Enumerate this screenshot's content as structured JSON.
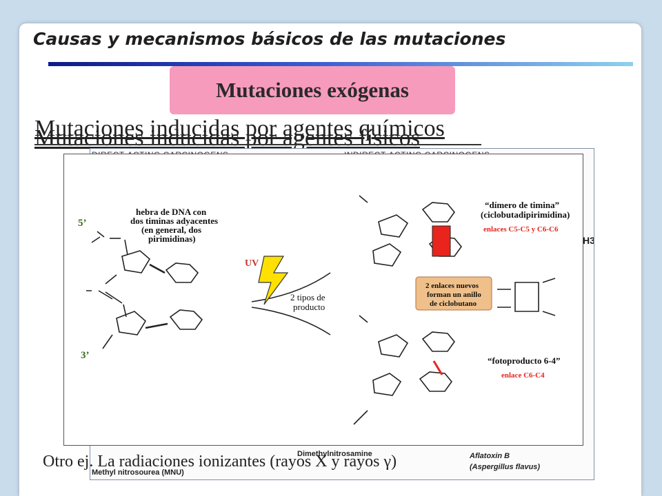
{
  "slide": {
    "title": "Causas y mecanismos básicos de las mutaciones",
    "category_label": "Mutaciones exógenas",
    "heading_chemical": "Mutaciones inducidas por agentes químicos",
    "heading_physical": "Mutaciones inducidas por agentes físicos",
    "note": "Otro ej. La radiaciones ionizantes (rayos X y rayos γ)"
  },
  "back_figure": {
    "left_header": "DIRECT-ACTING CARCINOGENS",
    "right_header": "INDIRECT-ACTING CARCINOGENS",
    "label_dimethyl": "Dimethylnitrosamine",
    "label_aflatoxin": "Aflatoxin B",
    "label_aspergillus": "(Aspergillus flavus)",
    "label_mnu": "Methyl nitrosourea (MNU)",
    "label_ch3": "H3"
  },
  "front_figure": {
    "label_5prime": "5’",
    "label_3prime": "3’",
    "dna_strand_desc": [
      "hebra de DNA con",
      "dos timinas adyacentes",
      "(en general, dos",
      "pirimidinas)"
    ],
    "uv": "UV",
    "two_products": [
      "2 tipos de",
      "producto"
    ],
    "dimer_title": [
      "“dímero de timina”",
      "(ciclobutadipirimidina)"
    ],
    "dimer_bonds": "enlaces C5-C5 y C6-C6",
    "new_bonds": [
      "2 enlaces nuevos",
      "forman un anillo",
      "de ciclobutano"
    ],
    "photoproduct_title": "“fotoproducto 6-4”",
    "photoproduct_bond": "enlace C6-C4"
  },
  "colors": {
    "background": "#c9dcec",
    "pink_box": "#f79bbd",
    "bond_red": "#e8241c",
    "box_orange": "#f0c08a",
    "bolt_yellow": "#ffe000"
  }
}
